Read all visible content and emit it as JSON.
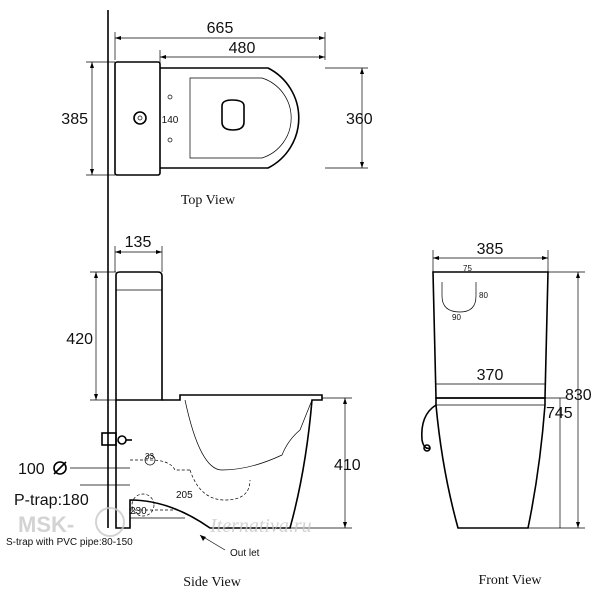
{
  "top_view": {
    "caption": "Top View",
    "dim_overall_width": "665",
    "dim_bowl_width": "480",
    "dim_tank_depth": "385",
    "dim_bowl_depth": "360",
    "dim_hole": "140"
  },
  "side_view": {
    "caption": "Side View",
    "dim_tank_width": "135",
    "dim_tank_height": "420",
    "dim_seat_height": "410",
    "dim_s_trap": "100",
    "dim_p_trap": "P-trap:180",
    "dim_small_33": "33",
    "dim_205": "205",
    "dim_230": "230",
    "note_s_trap": "S-trap with PVC pipe:80-150",
    "note_outlet": "Out let"
  },
  "front_view": {
    "caption": "Front View",
    "dim_width_top": "385",
    "dim_width_base": "370",
    "dim_75": "75",
    "dim_80": "80",
    "dim_90": "90",
    "dim_total_height": "830",
    "dim_bowl_height": "745"
  },
  "watermark": {
    "left": "MSK-",
    "right": "Iternativa.ru"
  }
}
